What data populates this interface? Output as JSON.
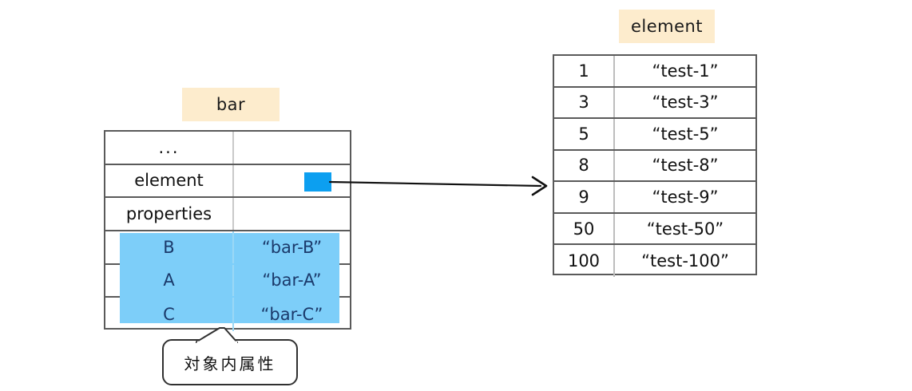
{
  "diagram": {
    "left_table": {
      "chip_label": "bar",
      "rows": [
        {
          "key": "...",
          "value": "",
          "kind": "ellipsis"
        },
        {
          "key": "element",
          "value": "",
          "kind": "pointer"
        },
        {
          "key": "properties",
          "value": "",
          "kind": "plain"
        },
        {
          "key": "B",
          "value": "“bar-B”",
          "kind": "property"
        },
        {
          "key": "A",
          "value": "“bar-A”",
          "kind": "property"
        },
        {
          "key": "C",
          "value": "“bar-C”",
          "kind": "property"
        }
      ]
    },
    "right_table": {
      "chip_label": "element",
      "rows": [
        {
          "key": "1",
          "value": "“test-1”"
        },
        {
          "key": "3",
          "value": "“test-3”"
        },
        {
          "key": "5",
          "value": "“test-5”"
        },
        {
          "key": "8",
          "value": "“test-8”"
        },
        {
          "key": "9",
          "value": "“test-9”"
        },
        {
          "key": "50",
          "value": "“test-50”"
        },
        {
          "key": "100",
          "value": "“test-100”"
        }
      ]
    },
    "callout": {
      "text": "対象内属性"
    },
    "colors": {
      "chip_background": "#fdeccd",
      "pointer_square": "#0c9ff0",
      "property_highlight": "#7dcef9",
      "property_text": "#1b3a6b",
      "border": "#5a5a5a",
      "background": "#ffffff"
    }
  }
}
